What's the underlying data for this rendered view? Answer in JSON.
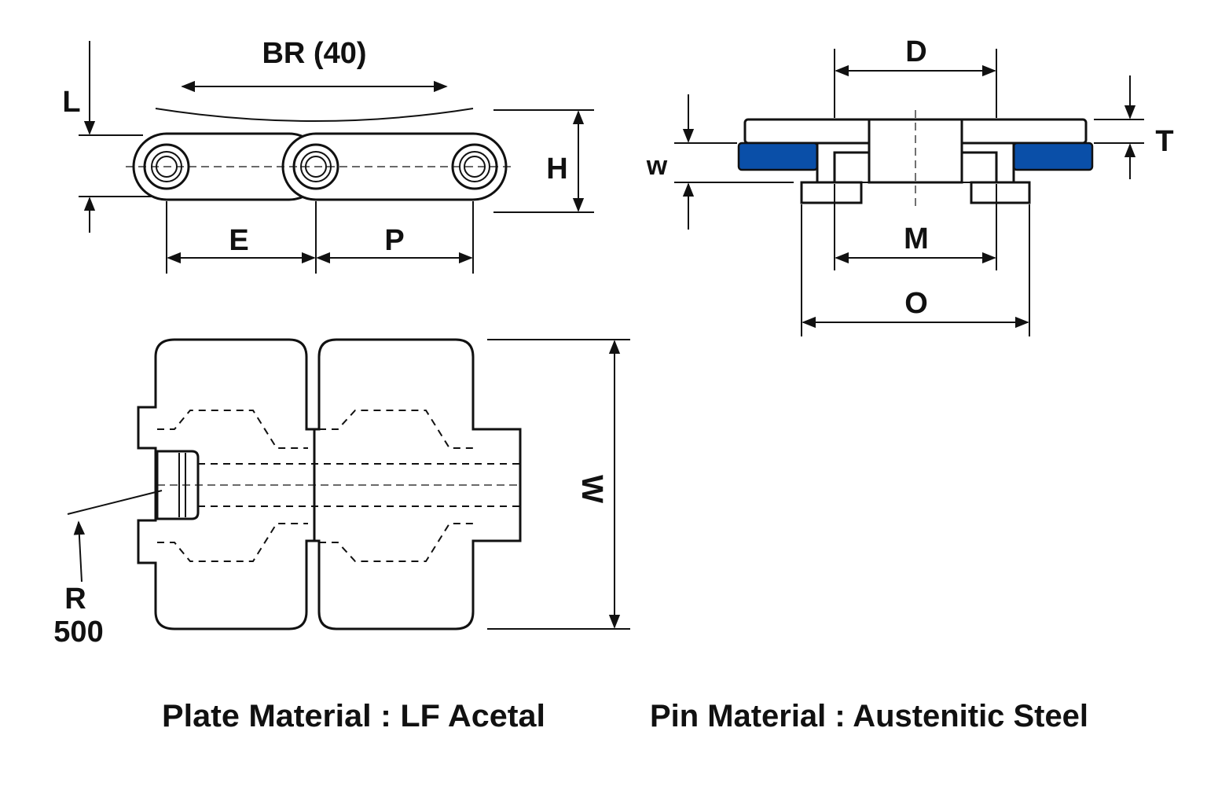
{
  "labels": {
    "br": "BR (40)",
    "l": "L",
    "h": "H",
    "e": "E",
    "p": "P",
    "d": "D",
    "t": "T",
    "w_small": "w",
    "m": "M",
    "o": "O",
    "w_big": "W",
    "r": "R",
    "r_value": "500"
  },
  "materials": {
    "plate": "Plate Material : LF Acetal",
    "pin": "Pin Material : Austenitic Steel"
  },
  "colors": {
    "wear_strip": "#0a4fa8",
    "line": "#111111"
  }
}
